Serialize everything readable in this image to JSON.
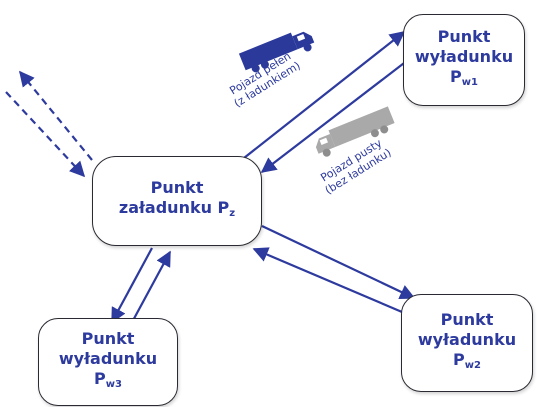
{
  "colors": {
    "text": "#2d3a9e",
    "arrow": "#2d3a9e",
    "truck_full": "#2b3a9a",
    "truck_empty": "#a9a9a9",
    "border": "#2a2a33"
  },
  "nodes": {
    "center": {
      "line1": "Punkt",
      "line2": "załadunku P",
      "sub": "z"
    },
    "w1": {
      "line1": "Punkt",
      "line2": "wyładunku",
      "line3": "P",
      "sub": "w1"
    },
    "w2": {
      "line1": "Punkt",
      "line2": "wyładunku",
      "line3": "P",
      "sub": "w2"
    },
    "w3": {
      "line1": "Punkt",
      "line2": "wyładunku",
      "line3": "P",
      "sub": "w3"
    }
  },
  "trucks": {
    "full": {
      "line1": "Pojazd pełen",
      "line2": "(z ładunkiem)",
      "icon": "truck-icon"
    },
    "empty": {
      "line1": "Pojazd pusty",
      "line2": "(bez ładunku)",
      "icon": "truck-icon"
    }
  }
}
